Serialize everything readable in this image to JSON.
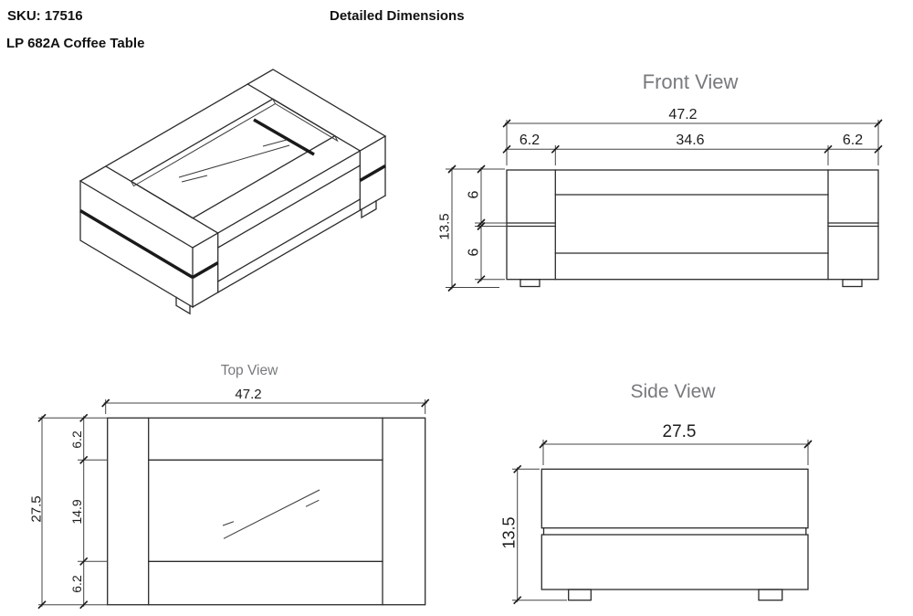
{
  "header": {
    "sku": "SKU: 17516",
    "doc_title": "Detailed Dimensions",
    "product_name": "LP 682A Coffee Table"
  },
  "views": {
    "isometric": {
      "name": "isometric-3d-view"
    },
    "front": {
      "title": "Front View",
      "dims": {
        "overall_width": "47.2",
        "left_end_width": "6.2",
        "middle_width": "34.6",
        "right_end_width": "6.2",
        "overall_height": "13.5",
        "upper_tier_height": "6",
        "lower_tier_height": "6"
      }
    },
    "top": {
      "title": "Top View",
      "dims": {
        "overall_width": "47.2",
        "overall_depth": "27.5",
        "front_rail_depth": "6.2",
        "glass_panel_depth": "14.9",
        "back_rail_depth": "6.2"
      }
    },
    "side": {
      "title": "Side View",
      "dims": {
        "overall_depth": "27.5",
        "overall_height": "13.5"
      }
    }
  },
  "colors": {
    "line": "#2b2b2b",
    "groove_accent": "#1a1a1a",
    "title_gray": "#77797c",
    "text": "#1d1d1d",
    "background": "#ffffff"
  }
}
